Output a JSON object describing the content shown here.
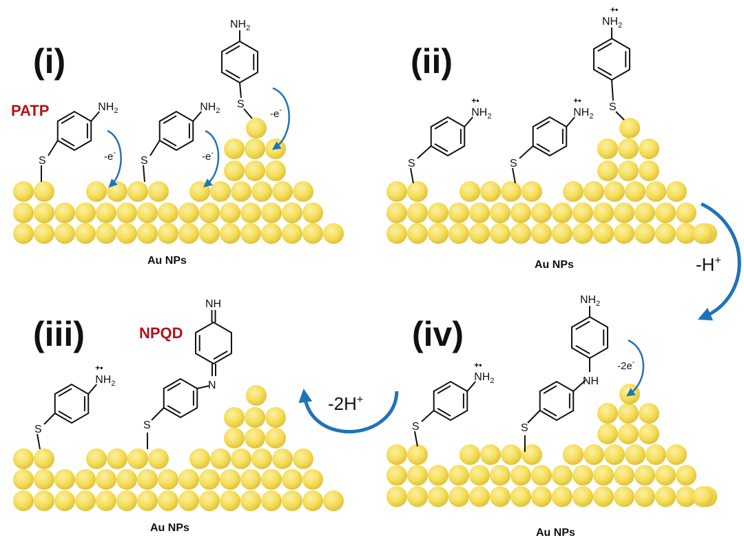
{
  "colors": {
    "gold": "#f6de58",
    "gold_light": "#fbf0a6",
    "gold_dark": "#dfc23e",
    "arrow": "#1f73b7",
    "red_label": "#b3121a",
    "bond": "#111111"
  },
  "panels": [
    {
      "id": "i",
      "label": "(i)",
      "substrate_label": "Au NPs"
    },
    {
      "id": "ii",
      "label": "(ii)",
      "substrate_label": "Au NPs"
    },
    {
      "id": "iii",
      "label": "(iii)",
      "substrate_label": "Au NPs"
    },
    {
      "id": "iv",
      "label": "(iv)",
      "substrate_label": "Au NPs"
    }
  ],
  "molecule_names": {
    "patp": "PATP",
    "npqd": "NPQD"
  },
  "atoms": {
    "sulfur": "S",
    "nitrogen": "N",
    "hydrogen": "H",
    "amine_sub": "2",
    "imine_nh": "NH",
    "radical_cation": "+•"
  },
  "electron_labels": {
    "one": "-e",
    "two": "-2e",
    "superscript": "-"
  },
  "proton_labels": {
    "one": "-H",
    "two": "-2H",
    "superscript": "+"
  }
}
